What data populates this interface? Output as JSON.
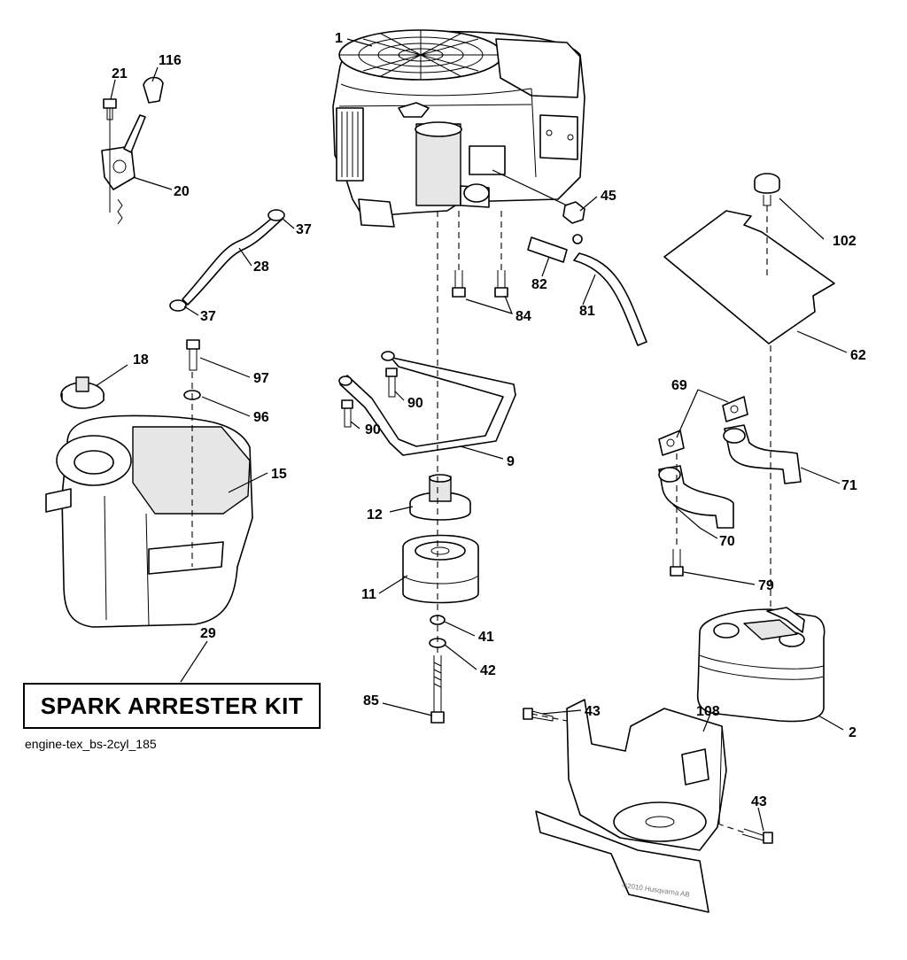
{
  "callouts": {
    "p1": "1",
    "p116": "116",
    "p21": "21",
    "p20": "20",
    "p37a": "37",
    "p28": "28",
    "p37b": "37",
    "p45": "45",
    "p82": "82",
    "p81": "81",
    "p84": "84",
    "p102": "102",
    "p62": "62",
    "p18": "18",
    "p97": "97",
    "p96": "96",
    "p90a": "90",
    "p90b": "90",
    "p9": "9",
    "p15": "15",
    "p12": "12",
    "p11": "11",
    "p41": "41",
    "p42": "42",
    "p85": "85",
    "p29": "29",
    "p69": "69",
    "p71": "71",
    "p70": "70",
    "p79": "79",
    "p43a": "43",
    "p108": "108",
    "p2": "2",
    "p43b": "43"
  },
  "kit_label": "SPARK ARRESTER KIT",
  "file_id": "engine-tex_bs-2cyl_185",
  "watermark": "©2010 Husqvarna AB"
}
